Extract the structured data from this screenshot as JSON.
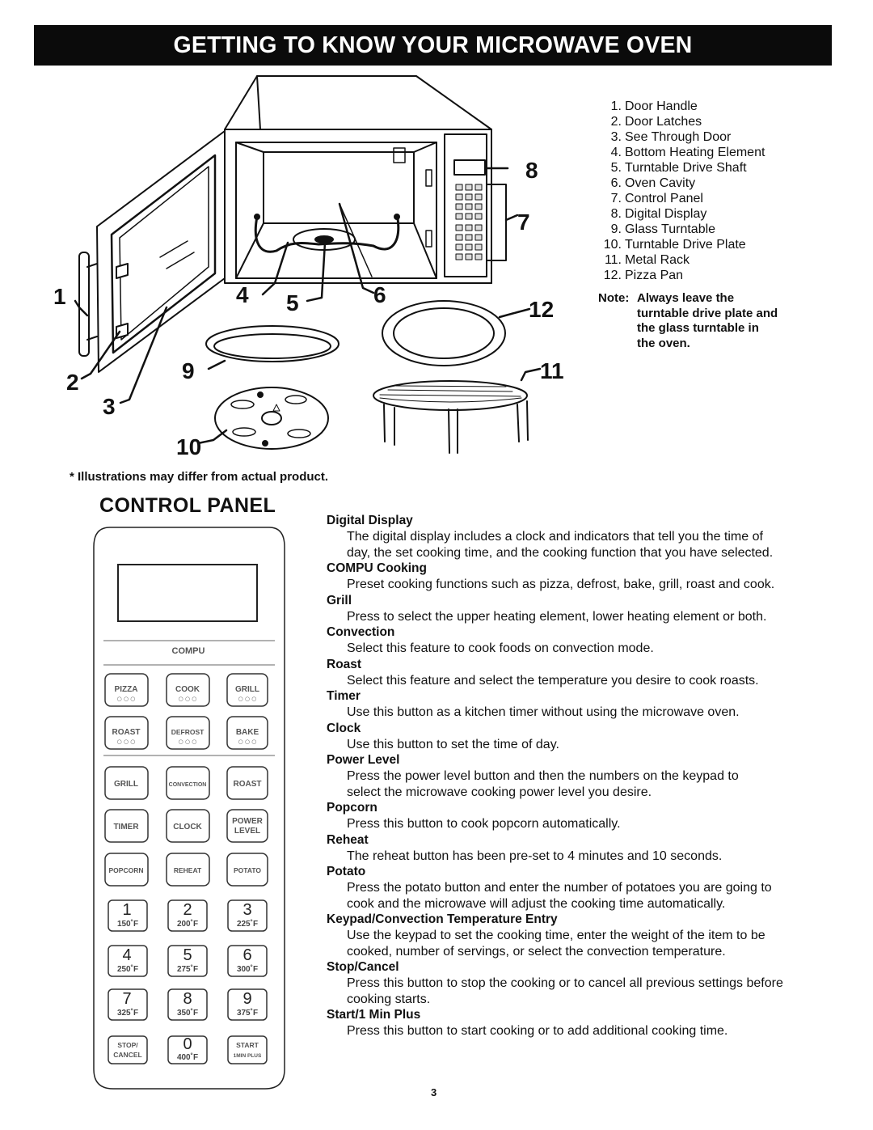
{
  "header": {
    "title": "GETTING TO KNOW YOUR MICROWAVE OVEN"
  },
  "parts_list": [
    {
      "num": "1.",
      "name": "Door Handle"
    },
    {
      "num": "2.",
      "name": "Door Latches"
    },
    {
      "num": "3.",
      "name": "See Through Door"
    },
    {
      "num": "4.",
      "name": "Bottom Heating Element"
    },
    {
      "num": "5.",
      "name": "Turntable Drive Shaft"
    },
    {
      "num": "6.",
      "name": "Oven Cavity"
    },
    {
      "num": "7.",
      "name": "Control Panel"
    },
    {
      "num": "8.",
      "name": "Digital Display"
    },
    {
      "num": "9.",
      "name": "Glass Turntable"
    },
    {
      "num": "10.",
      "name": "Turntable Drive Plate"
    },
    {
      "num": "11.",
      "name": "Metal Rack"
    },
    {
      "num": "12.",
      "name": "Pizza Pan"
    }
  ],
  "note": {
    "label": "Note:",
    "line1": "Always leave the",
    "line2": "turntable drive plate and",
    "line3": "the glass turntable in",
    "line4": "the oven."
  },
  "callouts": [
    "1",
    "2",
    "3",
    "4",
    "5",
    "6",
    "7",
    "8",
    "9",
    "10",
    "11",
    "12"
  ],
  "illustration_caption": "* Illustrations may differ from actual product.",
  "control_panel": {
    "title": "CONTROL PANEL",
    "compu_label": "COMPU",
    "buttons": {
      "pizza": "PIZZA",
      "cook": "COOK",
      "grill_compu": "GRILL",
      "roast_compu": "ROAST",
      "defrost": "DEFROST",
      "bake": "BAKE",
      "grill": "GRILL",
      "convection": "CONVECTION",
      "roast": "ROAST",
      "timer": "TIMER",
      "clock": "CLOCK",
      "power_1": "POWER",
      "power_2": "LEVEL",
      "popcorn": "POPCORN",
      "reheat": "REHEAT",
      "potato": "POTATO",
      "stop_1": "STOP/",
      "stop_2": "CANCEL",
      "start_1": "START",
      "start_2": "1MIN PLUS",
      "dots": "○ ○ ○"
    },
    "keypad": [
      {
        "digit": "1",
        "temp": "150˚F"
      },
      {
        "digit": "2",
        "temp": "200˚F"
      },
      {
        "digit": "3",
        "temp": "225˚F"
      },
      {
        "digit": "4",
        "temp": "250˚F"
      },
      {
        "digit": "5",
        "temp": "275˚F"
      },
      {
        "digit": "6",
        "temp": "300˚F"
      },
      {
        "digit": "7",
        "temp": "325˚F"
      },
      {
        "digit": "8",
        "temp": "350˚F"
      },
      {
        "digit": "9",
        "temp": "375˚F"
      },
      {
        "digit": "0",
        "temp": "400˚F"
      }
    ]
  },
  "features": [
    {
      "title": "Digital Display",
      "desc1": "The digital display includes a clock and indicators that tell you the time of",
      "desc2": "day, the set cooking time, and the cooking function that you have selected."
    },
    {
      "title": "COMPU Cooking",
      "desc1": "Preset cooking functions such as pizza, defrost, bake, grill, roast and cook.",
      "desc2": ""
    },
    {
      "title": "Grill",
      "desc1": "Press to select the upper heating element, lower heating element or both.",
      "desc2": ""
    },
    {
      "title": "Convection",
      "desc1": "Select this feature to cook foods on convection mode.",
      "desc2": ""
    },
    {
      "title": "Roast",
      "desc1": "Select this feature and select the temperature you desire to cook roasts.",
      "desc2": ""
    },
    {
      "title": "Timer",
      "desc1": "Use this button as a kitchen timer without using the microwave oven.",
      "desc2": ""
    },
    {
      "title": "Clock",
      "desc1": "Use this button to set the time of day.",
      "desc2": ""
    },
    {
      "title": "Power Level",
      "desc1": "Press the power level button and then the numbers on the keypad to",
      "desc2": "select the microwave cooking power level you desire."
    },
    {
      "title": "Popcorn",
      "desc1": "Press this button to cook popcorn automatically.",
      "desc2": ""
    },
    {
      "title": "Reheat",
      "desc1": "The reheat button has been pre-set to 4 minutes and 10 seconds.",
      "desc2": ""
    },
    {
      "title": "Potato",
      "desc1": "Press the potato button and enter the number of potatoes you are going to",
      "desc2": "cook and the microwave will adjust the cooking time automatically."
    },
    {
      "title": "Keypad/Convection Temperature Entry",
      "desc1": "Use the keypad to set the cooking time, enter the weight of the item to be",
      "desc2": "cooked, number of servings, or select the convection temperature."
    },
    {
      "title": "Stop/Cancel",
      "desc1": "Press this button to stop the cooking or to cancel all previous settings before",
      "desc2": "cooking starts."
    },
    {
      "title": "Start/1 Min Plus",
      "desc1": "Press this button to start cooking or to add additional cooking time.",
      "desc2": ""
    }
  ],
  "page_number": "3"
}
